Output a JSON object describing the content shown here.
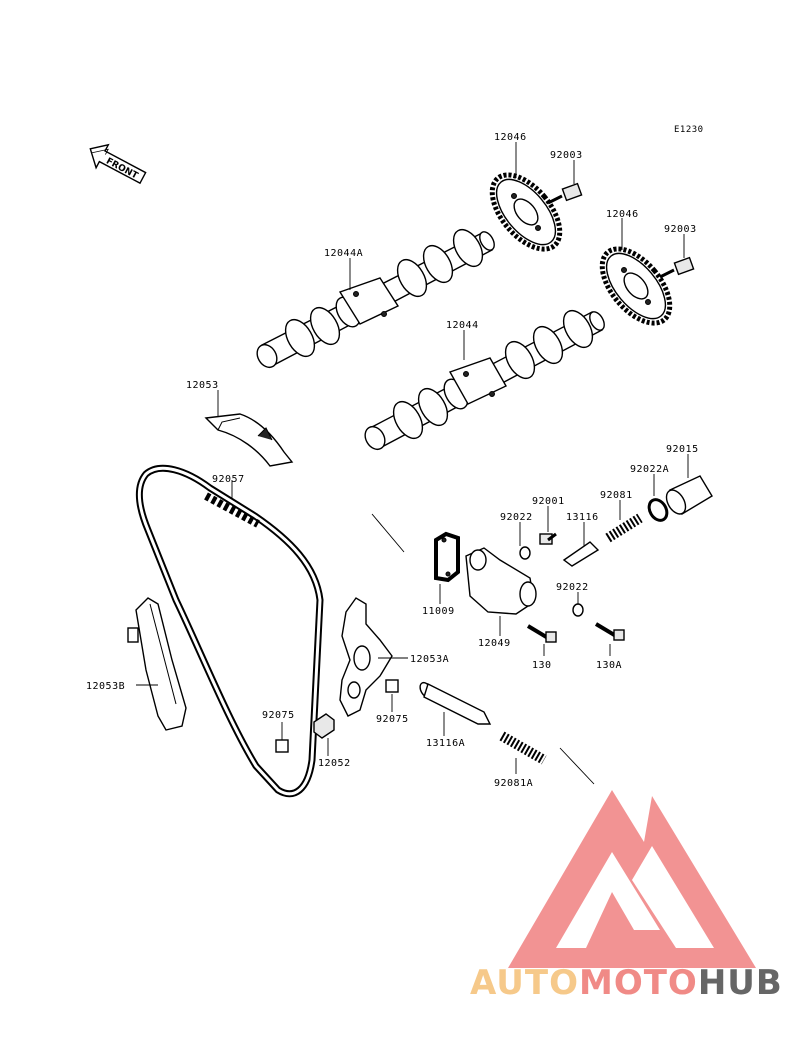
{
  "diagram": {
    "code": "E1230",
    "front_label": "FRONT"
  },
  "labels": {
    "p12046a": "12046",
    "p92003a": "92003",
    "p12046b": "12046",
    "p92003b": "92003",
    "p12044A": "12044A",
    "p12044": "12044",
    "p12053": "12053",
    "p92057": "92057",
    "p92015": "92015",
    "p92022A": "92022A",
    "p92001": "92001",
    "p92081": "92081",
    "p92022a": "92022",
    "p13116": "13116",
    "p11009": "11009",
    "p92022b": "92022",
    "p12049": "12049",
    "p130": "130",
    "p130A": "130A",
    "p12053A": "12053A",
    "p12053B": "12053B",
    "p92075a": "92075",
    "p92075b": "92075",
    "p12052": "12052",
    "p13116A": "13116A",
    "p92081A": "92081A"
  },
  "watermark": {
    "part1": "AUTO",
    "part2": "MOTO",
    "part3": "HUB",
    "colors": {
      "auto": "#f6c98a",
      "moto": "#f08a86",
      "hub": "#666666",
      "triangle": "#f08080"
    }
  }
}
